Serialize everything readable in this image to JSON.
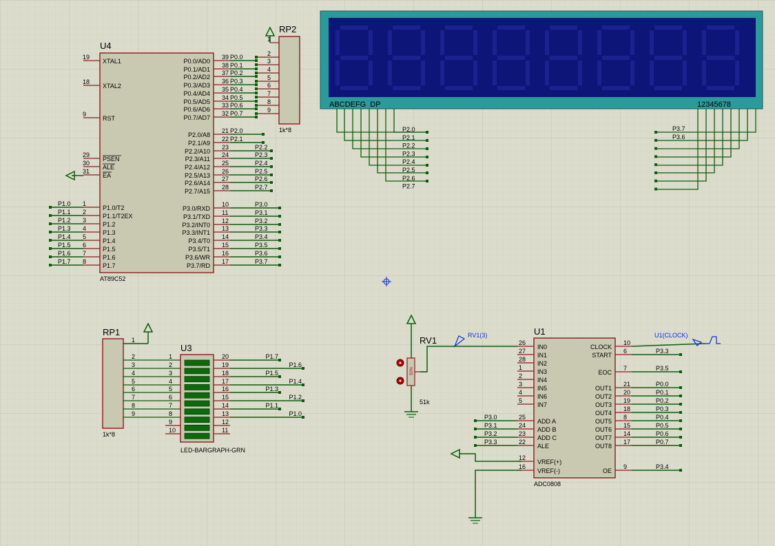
{
  "colors": {
    "background": "#dcdccd",
    "grid": "#c4c4b4",
    "wire": "#0a5c0a",
    "body": "#c9c9b2",
    "outline": "#8b1a1a",
    "pin": "#8b1a1a",
    "text": "#000000",
    "probe": "#0a2ed0",
    "lcd": "#0e1578",
    "lcd_frame": "#2a9a9a"
  },
  "u4": {
    "ref": "U4",
    "part": "AT89C52",
    "left_pins": [
      {
        "num": "19",
        "name": "XTAL1",
        "net": ""
      },
      {
        "num": "18",
        "name": "XTAL2",
        "net": ""
      },
      {
        "num": "9",
        "name": "RST",
        "net": ""
      },
      {
        "num": "29",
        "name": "PSEN",
        "net": ""
      },
      {
        "num": "30",
        "name": "ALE",
        "net": ""
      },
      {
        "num": "31",
        "name": "EA",
        "net": ""
      },
      {
        "num": "1",
        "name": "P1.0/T2",
        "net": "P1.0"
      },
      {
        "num": "2",
        "name": "P1.1/T2EX",
        "net": "P1.1"
      },
      {
        "num": "3",
        "name": "P1.2",
        "net": "P1.2"
      },
      {
        "num": "4",
        "name": "P1.3",
        "net": "P1.3"
      },
      {
        "num": "5",
        "name": "P1.4",
        "net": "P1.4"
      },
      {
        "num": "6",
        "name": "P1.5",
        "net": "P1.5"
      },
      {
        "num": "7",
        "name": "P1.6",
        "net": "P1.6"
      },
      {
        "num": "8",
        "name": "P1.7",
        "net": "P1.7"
      }
    ],
    "right_pins": [
      {
        "num": "39",
        "name": "P0.0/AD0",
        "net": "P0.0"
      },
      {
        "num": "38",
        "name": "P0.1/AD1",
        "net": "P0.1"
      },
      {
        "num": "37",
        "name": "P0.2/AD2",
        "net": "P0.2"
      },
      {
        "num": "36",
        "name": "P0.3/AD3",
        "net": "P0.3"
      },
      {
        "num": "35",
        "name": "P0.4/AD4",
        "net": "P0.4"
      },
      {
        "num": "34",
        "name": "P0.5/AD5",
        "net": "P0.5"
      },
      {
        "num": "33",
        "name": "P0.6/AD6",
        "net": "P0.6"
      },
      {
        "num": "32",
        "name": "P0.7/AD7",
        "net": "P0.7"
      },
      {
        "num": "21",
        "name": "P2.0/A8",
        "net": "P2.0"
      },
      {
        "num": "22",
        "name": "P2.1/A9",
        "net": "P2.1"
      },
      {
        "num": "23",
        "name": "P2.2/A10",
        "net": "P2.2"
      },
      {
        "num": "24",
        "name": "P2.3/A11",
        "net": "P2.3"
      },
      {
        "num": "25",
        "name": "P2.4/A12",
        "net": "P2.4"
      },
      {
        "num": "26",
        "name": "P2.5/A13",
        "net": "P2.5"
      },
      {
        "num": "27",
        "name": "P2.6/A14",
        "net": "P2.6"
      },
      {
        "num": "28",
        "name": "P2.7/A15",
        "net": "P2.7"
      },
      {
        "num": "10",
        "name": "P3.0/RXD",
        "net": "P3.0"
      },
      {
        "num": "11",
        "name": "P3.1/TXD",
        "net": "P3.1"
      },
      {
        "num": "12",
        "name": "P3.2/INT0",
        "net": "P3.2"
      },
      {
        "num": "13",
        "name": "P3.3/INT1",
        "net": "P3.3"
      },
      {
        "num": "14",
        "name": "P3.4/T0",
        "net": "P3.4"
      },
      {
        "num": "15",
        "name": "P3.5/T1",
        "net": "P3.5"
      },
      {
        "num": "16",
        "name": "P3.6/WR",
        "net": "P3.6"
      },
      {
        "num": "17",
        "name": "P3.7/RD",
        "net": "P3.7"
      }
    ]
  },
  "rp2": {
    "ref": "RP2",
    "value": "1k*8",
    "pins": [
      "1",
      "2",
      "3",
      "4",
      "5",
      "6",
      "7",
      "8",
      "9"
    ]
  },
  "rp1": {
    "ref": "RP1",
    "value": "1k*8",
    "pins": [
      "1",
      "2",
      "3",
      "4",
      "5",
      "6",
      "7",
      "8",
      "9"
    ]
  },
  "lcd": {
    "segment_label": "ABCDEFG  DP",
    "digit_label": "12345678",
    "segment_nets": [
      "P2.0",
      "P2.1",
      "P2.2",
      "P2.3",
      "P2.4",
      "P2.5",
      "P2.6",
      "P2.7"
    ],
    "digit_nets": [
      "P3.7",
      "P3.6"
    ]
  },
  "u3": {
    "ref": "U3",
    "part": "LED-BARGRAPH-GRN",
    "left_pins": [
      "1",
      "2",
      "3",
      "4",
      "5",
      "6",
      "7",
      "8",
      "9",
      "10"
    ],
    "right_pins": [
      "20",
      "19",
      "18",
      "17",
      "16",
      "15",
      "14",
      "13",
      "12",
      "11"
    ],
    "nets": [
      "P1.7",
      "P1.6",
      "P1.5",
      "P1.4",
      "P1.3",
      "P1.2",
      "P1.1",
      "P1.0"
    ]
  },
  "rv1": {
    "ref": "RV1",
    "value": "51k",
    "probe": "RV1(3)",
    "body_text": "50%"
  },
  "u1": {
    "ref": "U1",
    "part": "ADC0808",
    "clock_probe": "U1(CLOCK)",
    "left_pins": [
      {
        "num": "26",
        "name": "IN0",
        "net": ""
      },
      {
        "num": "27",
        "name": "IN1",
        "net": ""
      },
      {
        "num": "28",
        "name": "IN2",
        "net": ""
      },
      {
        "num": "1",
        "name": "IN3",
        "net": ""
      },
      {
        "num": "2",
        "name": "IN4",
        "net": ""
      },
      {
        "num": "3",
        "name": "IN5",
        "net": ""
      },
      {
        "num": "4",
        "name": "IN6",
        "net": ""
      },
      {
        "num": "5",
        "name": "IN7",
        "net": ""
      },
      {
        "num": "25",
        "name": "ADD A",
        "net": "P3.0"
      },
      {
        "num": "24",
        "name": "ADD B",
        "net": "P3.1"
      },
      {
        "num": "23",
        "name": "ADD C",
        "net": "P3.2"
      },
      {
        "num": "22",
        "name": "ALE",
        "net": "P3.3"
      },
      {
        "num": "12",
        "name": "VREF(+)",
        "net": ""
      },
      {
        "num": "16",
        "name": "VREF(-)",
        "net": ""
      }
    ],
    "right_pins": [
      {
        "num": "10",
        "name": "CLOCK",
        "net": ""
      },
      {
        "num": "6",
        "name": "START",
        "net": "P3.3"
      },
      {
        "num": "7",
        "name": "EOC",
        "net": "P3.5"
      },
      {
        "num": "21",
        "name": "OUT1",
        "net": "P0.0"
      },
      {
        "num": "20",
        "name": "OUT2",
        "net": "P0.1"
      },
      {
        "num": "19",
        "name": "OUT3",
        "net": "P0.2"
      },
      {
        "num": "18",
        "name": "OUT4",
        "net": "P0.3"
      },
      {
        "num": "8",
        "name": "OUT5",
        "net": "P0.4"
      },
      {
        "num": "15",
        "name": "OUT6",
        "net": "P0.5"
      },
      {
        "num": "14",
        "name": "OUT7",
        "net": "P0.6"
      },
      {
        "num": "17",
        "name": "OUT8",
        "net": "P0.7"
      },
      {
        "num": "9",
        "name": "OE",
        "net": "P3.4"
      }
    ]
  }
}
